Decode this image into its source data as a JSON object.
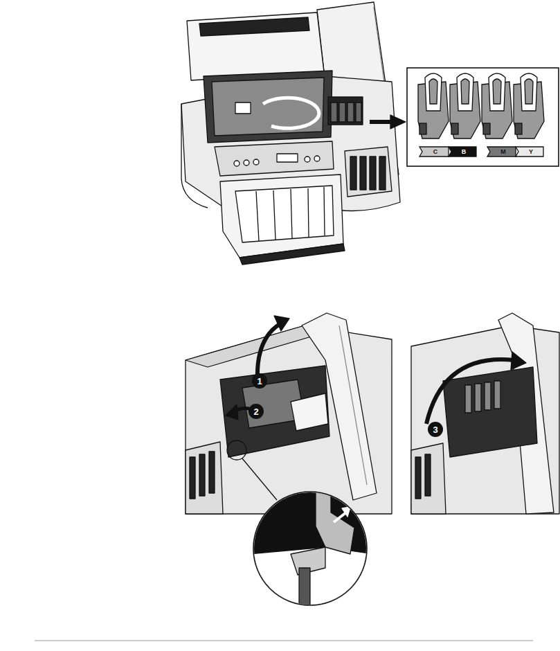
{
  "diagram": {
    "labels": [
      "C",
      "B",
      "M",
      "Y",
      "1",
      "2",
      "3"
    ]
  }
}
